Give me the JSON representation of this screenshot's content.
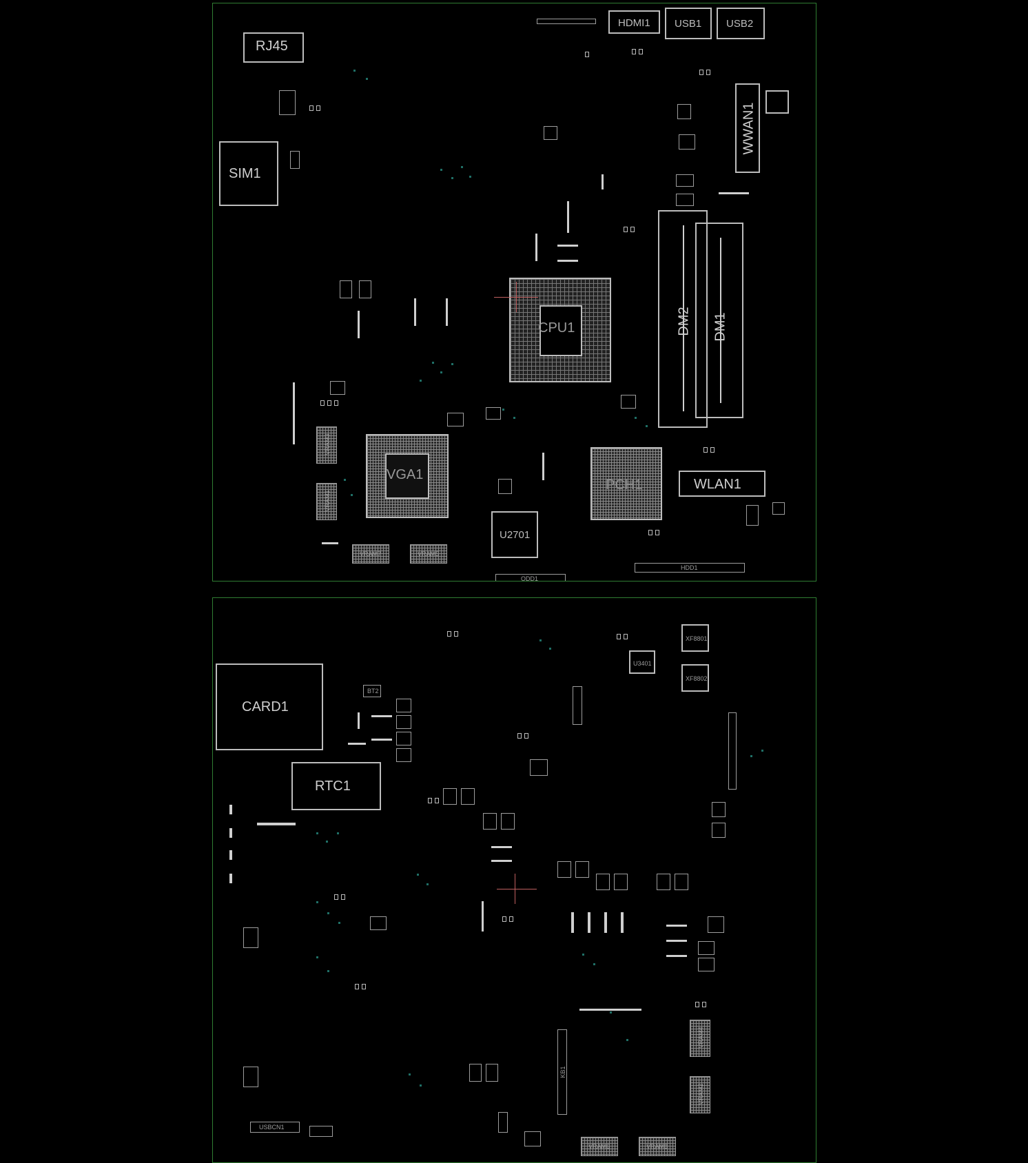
{
  "top_panel": {
    "labels": {
      "rj45": "RJ45",
      "hdmi1": "HDMI1",
      "usb1": "USB1",
      "usb2": "USB2",
      "sim1": "SIM1",
      "wwan1": "WWAN1",
      "cpu1": "CPU1",
      "dm2": "DM2",
      "dm1": "DM1",
      "vga1": "VGA1",
      "pch1": "PCH1",
      "wlan1": "WLAN1",
      "u2701": "U2701",
      "vram3": "VRAM3",
      "vram1": "VRAM1",
      "vram7": "VRAM7",
      "vram5": "VRAM5",
      "hdd1": "HDD1",
      "odd1": "ODD1"
    }
  },
  "bottom_panel": {
    "labels": {
      "card1": "CARD1",
      "rtc1": "RTC1",
      "bt2": "BT2",
      "usbcn1": "USBCN1",
      "xfb01": "XF8801",
      "xfb02": "XF8802",
      "u3401": "U3401",
      "vram2": "VRAM2",
      "vram4": "VRAM4",
      "vram6": "VRAM6",
      "vram8": "VRAM8",
      "kb1": "KB1"
    }
  },
  "colors": {
    "background": "#000000",
    "board_outline": "#2f7d32",
    "silkscreen": "#bdbdbd",
    "via_dots": "#1f6f66",
    "crosshair": "#c06060"
  }
}
